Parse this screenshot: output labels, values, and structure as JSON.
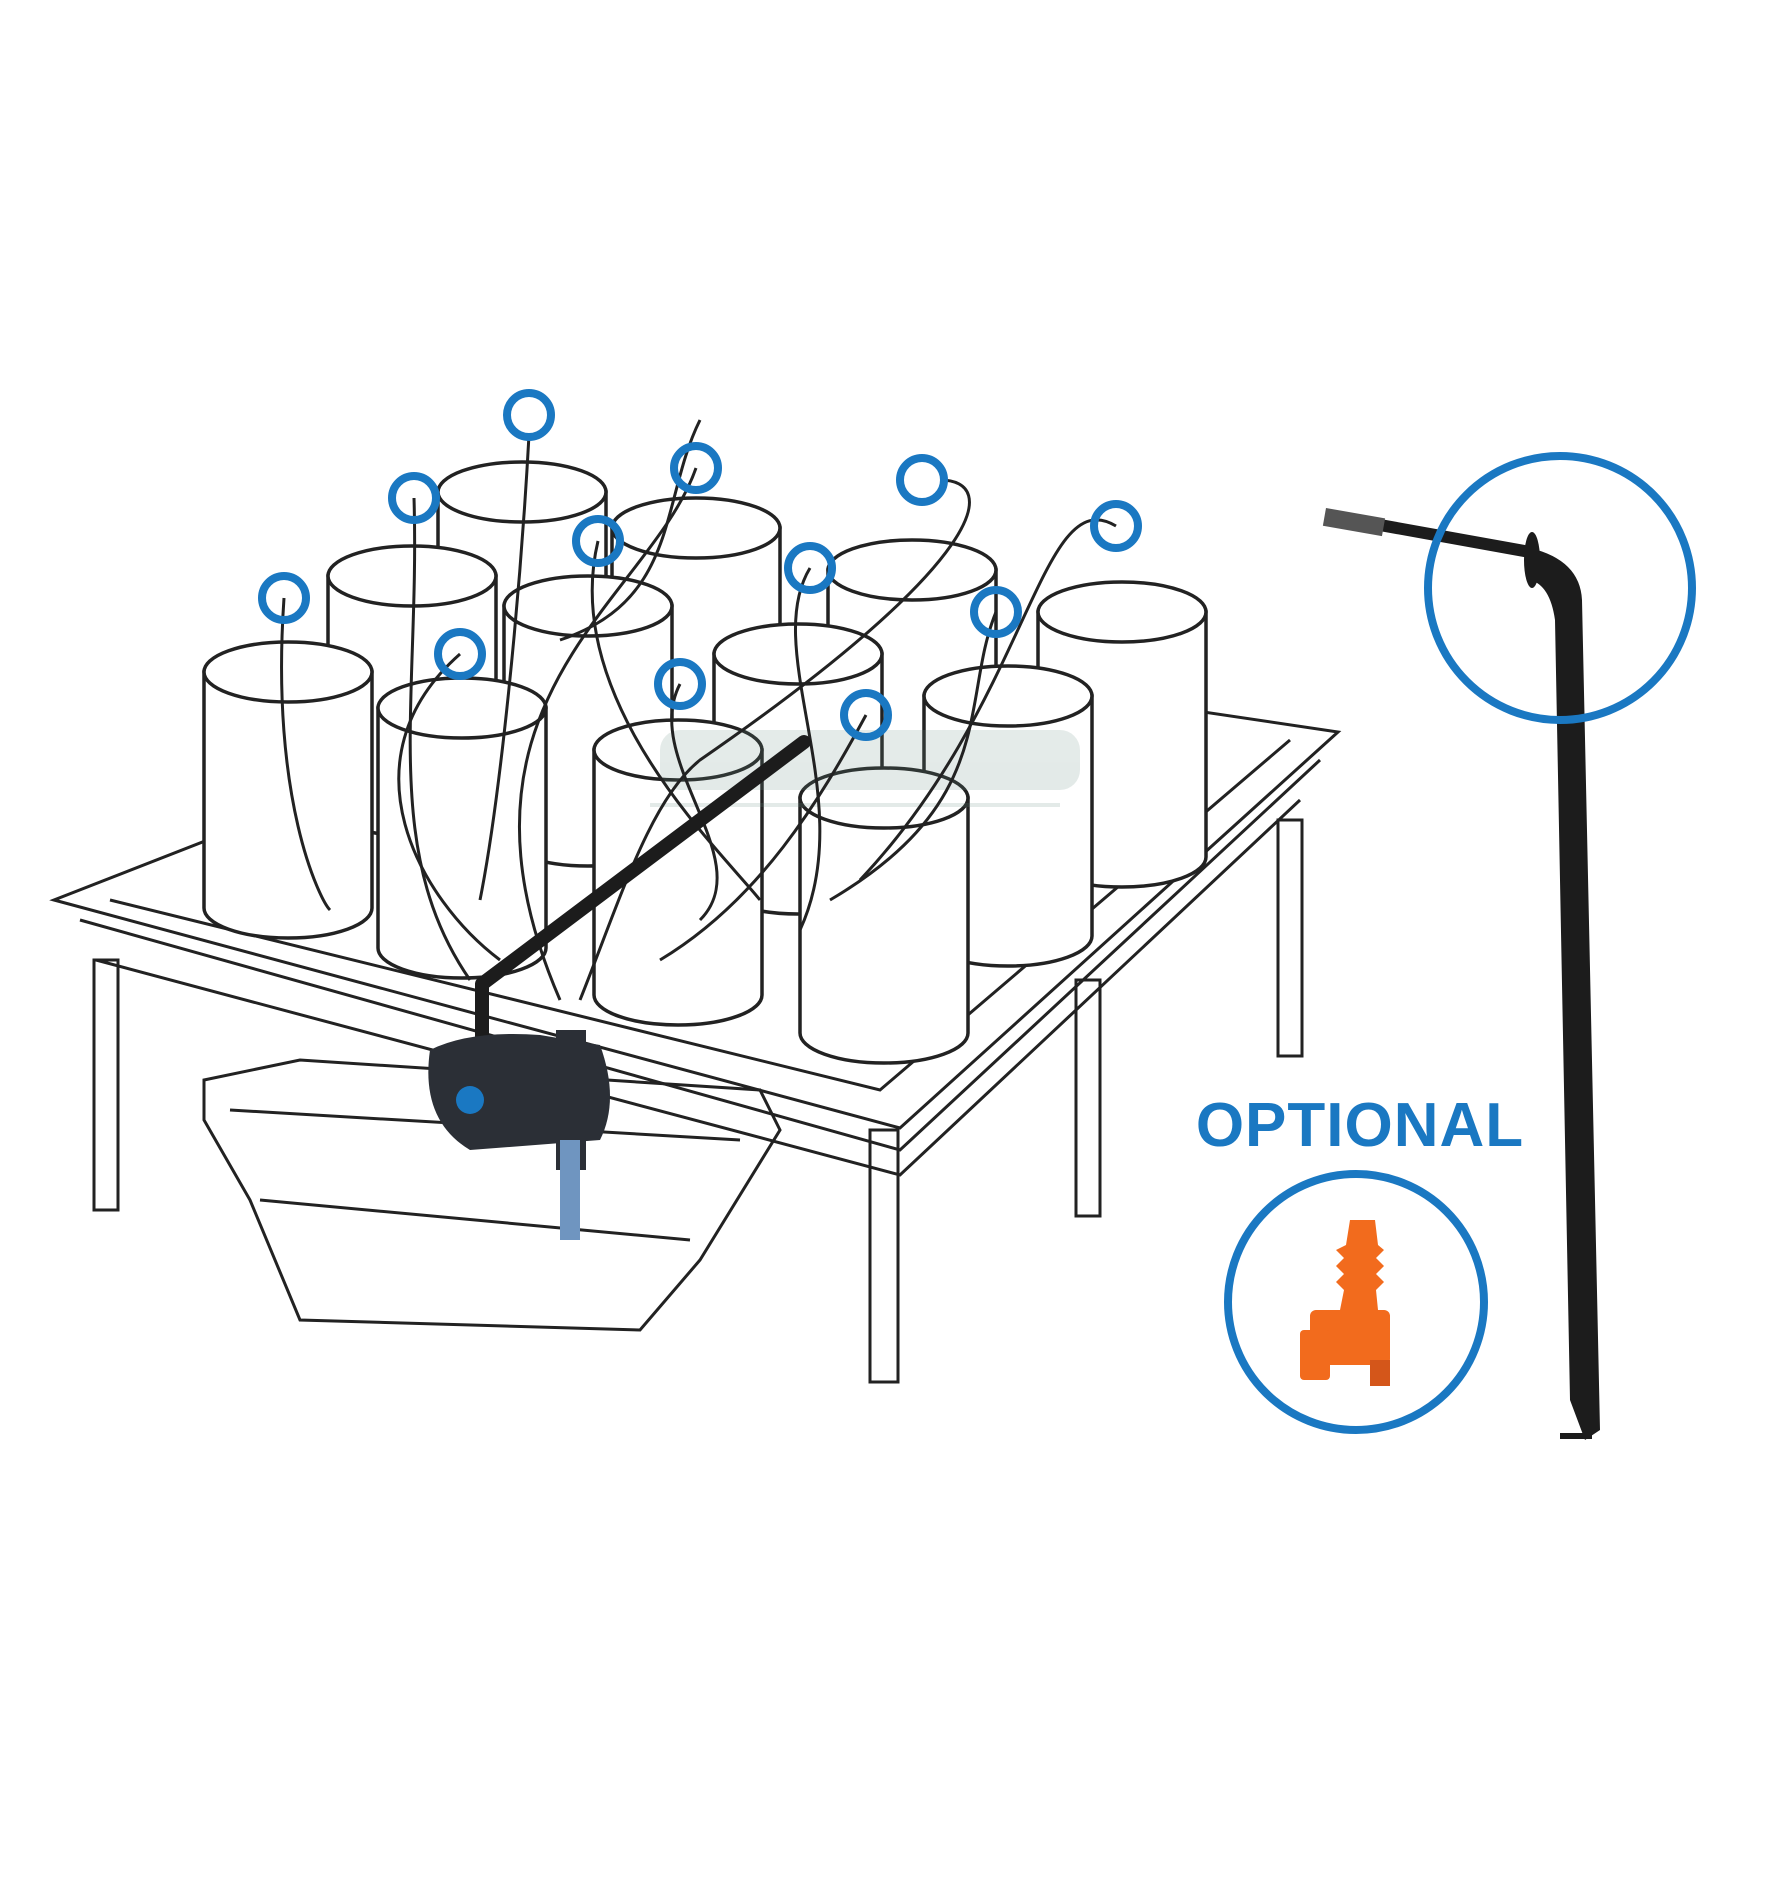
{
  "labels": {
    "optional": "OPTIONAL"
  },
  "colors": {
    "accent_blue": "#1a78c2",
    "dripper_orange": "#f26b1d",
    "pipe_black": "#1c1c1c",
    "line_art": "#222222"
  },
  "components": {
    "pots_count": 12,
    "drip_markers_count": 12,
    "icons": [
      "drip-stake-icon",
      "sprayer-nozzle-icon",
      "pump-icon"
    ]
  }
}
